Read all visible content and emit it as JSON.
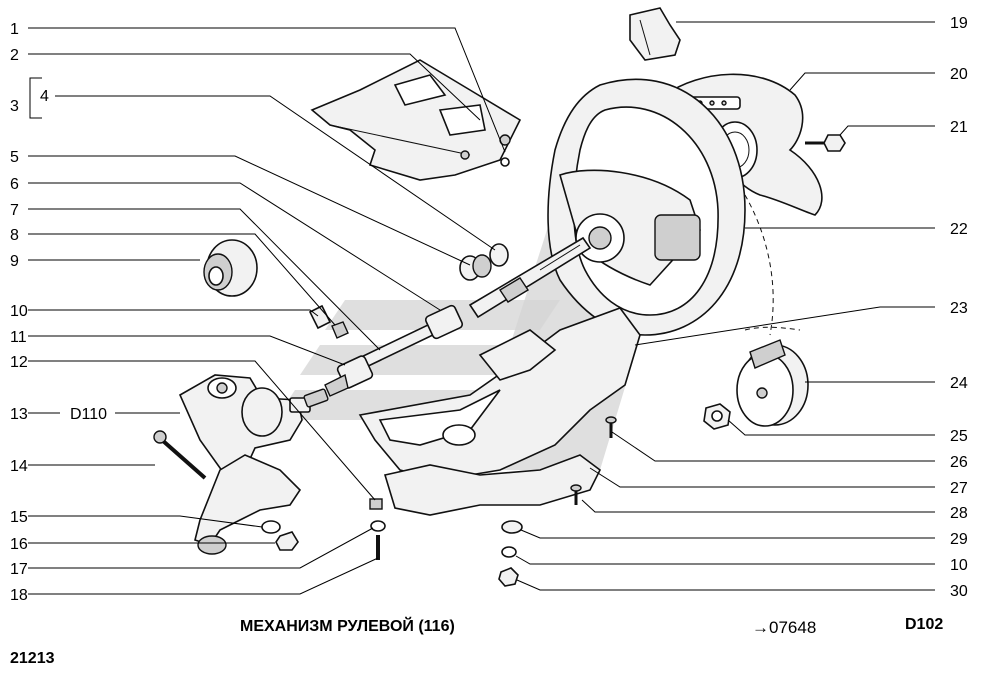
{
  "callouts_left": [
    "1",
    "2",
    "3",
    "4",
    "5",
    "6",
    "7",
    "8",
    "9",
    "10",
    "11",
    "12",
    "13",
    "D110",
    "14",
    "15",
    "16",
    "17",
    "18"
  ],
  "callouts_right": [
    "19",
    "20",
    "21",
    "22",
    "23",
    "24",
    "25",
    "26",
    "27",
    "28",
    "29",
    "10",
    "30"
  ],
  "footer": {
    "title": "МЕХАНИЗМ РУЛЕВОЙ (116)",
    "reference": "→07648",
    "code": "D102",
    "model": "21213"
  }
}
